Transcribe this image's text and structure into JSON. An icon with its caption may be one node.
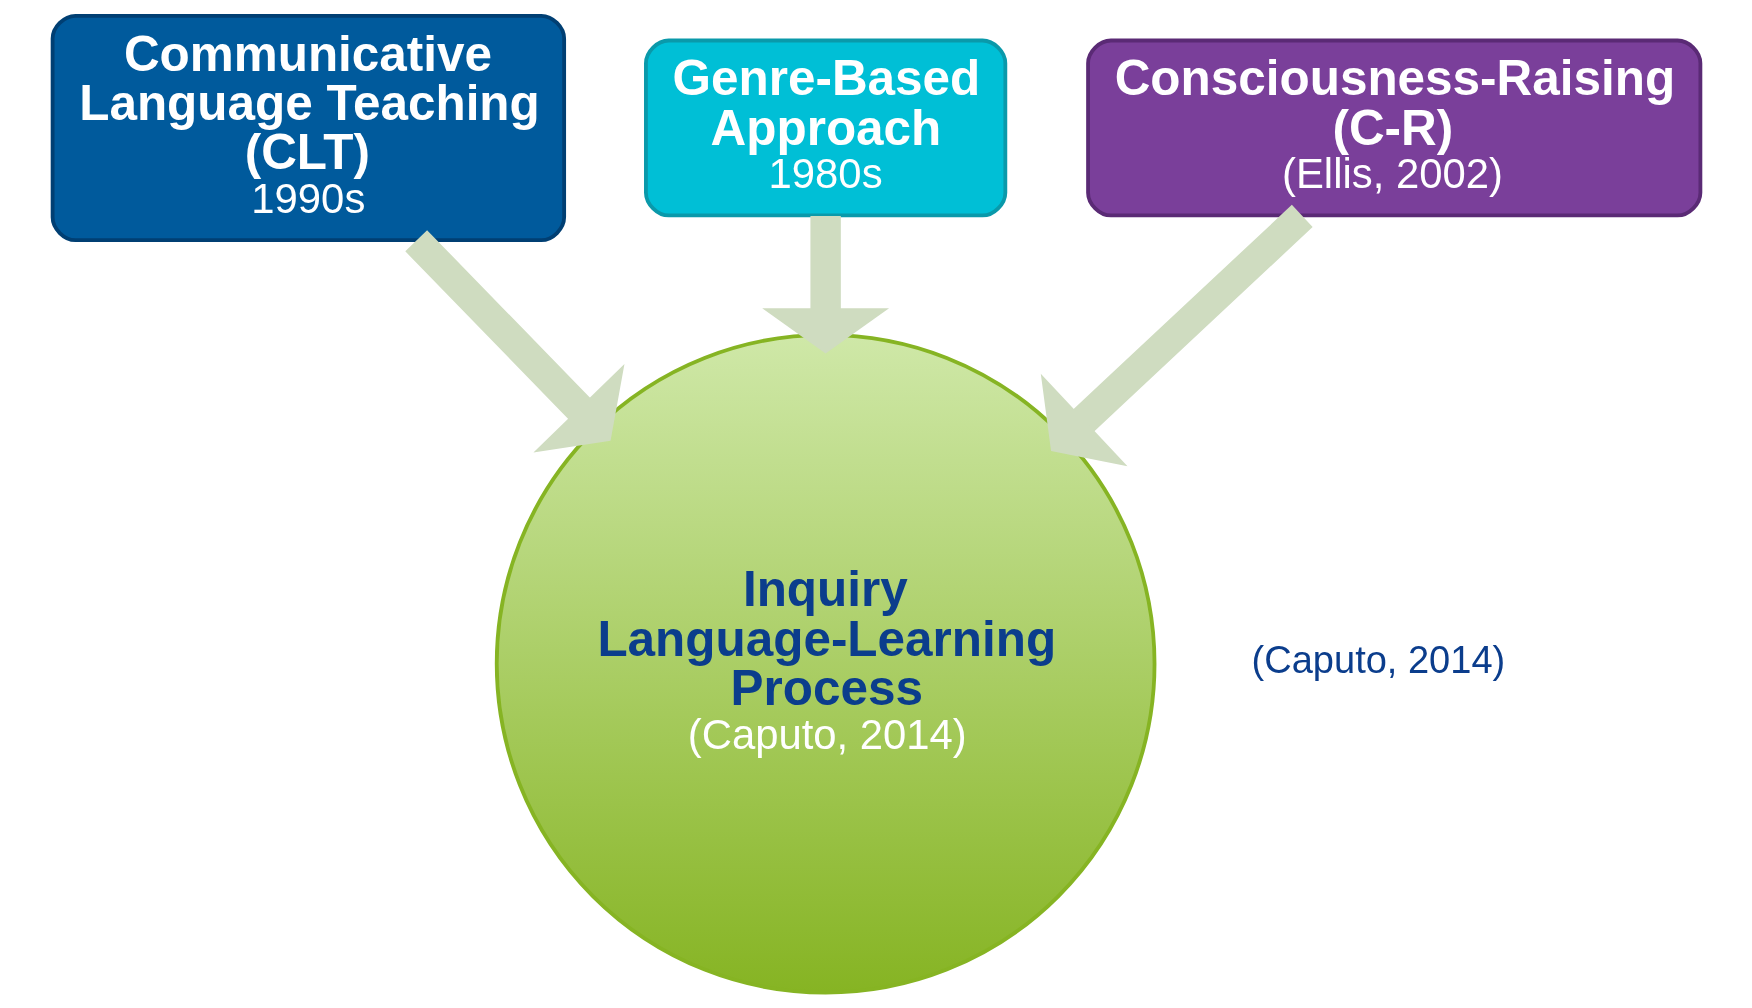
{
  "diagram": {
    "nodes": [
      {
        "text": [
          "Communicative Language Teaching (CLT)",
          "1990s"
        ]
      },
      {
        "text": [
          "Genre-Based Approach",
          "1980s"
        ]
      },
      {
        "text": [
          "Consciousness-Raising (C-R)",
          "(Ellis, 2002)"
        ]
      },
      {
        "text": [
          "Inquiry Language-Learning Process",
          "(Caputo, 2014)"
        ]
      }
    ],
    "edges": [
      {
        "from": 0,
        "to": 3,
        "arrow": "to"
      },
      {
        "from": 1,
        "to": 3,
        "arrow": "to"
      },
      {
        "from": 2,
        "to": 3,
        "arrow": "to"
      }
    ],
    "labels": [
      "(Caputo, 2014)"
    ]
  }
}
